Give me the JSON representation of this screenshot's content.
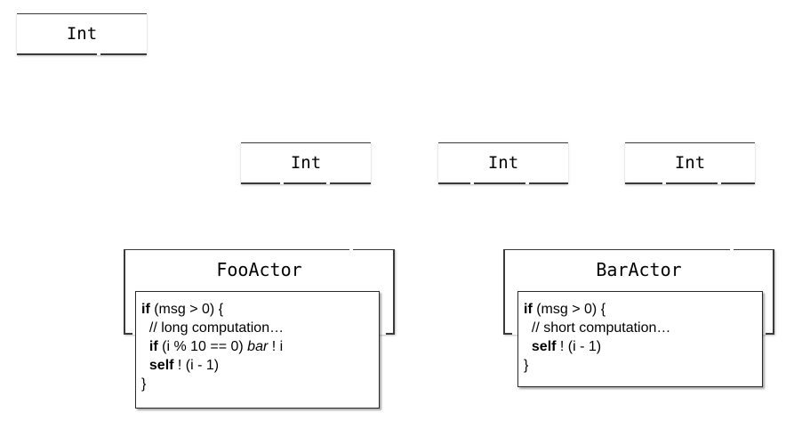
{
  "messages": {
    "top": {
      "label": "Int"
    },
    "foo_input": {
      "label": "Int"
    },
    "bar_input": {
      "label": "Int"
    },
    "bar_self": {
      "label": "Int"
    }
  },
  "actors": {
    "foo": {
      "name": "FooActor",
      "code": [
        [
          {
            "t": "if",
            "s": "kw"
          },
          {
            "t": " (msg > 0) {",
            "s": ""
          }
        ],
        [
          {
            "t": "  // long computation…",
            "s": ""
          }
        ],
        [
          {
            "t": "  ",
            "s": ""
          },
          {
            "t": "if",
            "s": "kw"
          },
          {
            "t": " (i % 10 == 0) ",
            "s": ""
          },
          {
            "t": "bar",
            "s": "it"
          },
          {
            "t": " ! i",
            "s": ""
          }
        ],
        [
          {
            "t": "  ",
            "s": ""
          },
          {
            "t": "self",
            "s": "kw"
          },
          {
            "t": " ! (i - 1)",
            "s": ""
          }
        ],
        [
          {
            "t": "}",
            "s": ""
          }
        ]
      ]
    },
    "bar": {
      "name": "BarActor",
      "code": [
        [
          {
            "t": "if",
            "s": "kw"
          },
          {
            "t": " (msg > 0) {",
            "s": ""
          }
        ],
        [
          {
            "t": "  // short computation…",
            "s": ""
          }
        ],
        [
          {
            "t": "  ",
            "s": ""
          },
          {
            "t": "self",
            "s": "kw"
          },
          {
            "t": " ! (i - 1)",
            "s": ""
          }
        ],
        [
          {
            "t": "}",
            "s": ""
          }
        ]
      ]
    }
  }
}
